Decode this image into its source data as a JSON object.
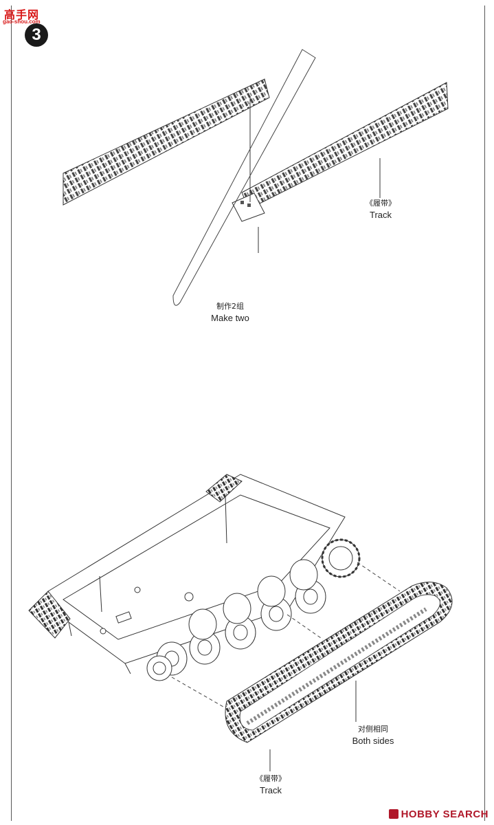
{
  "watermark": {
    "site_name": "高手网",
    "site_url": "gao-shou.com"
  },
  "step": {
    "number": "3"
  },
  "upper_section": {
    "track_label_cn": "《履带》",
    "track_label_en": "Track",
    "make_label_cn": "制作2组",
    "make_label_en": "Make two"
  },
  "lower_section": {
    "sides_label_cn": "对侧相同",
    "sides_label_en": "Both sides",
    "track_label_cn": "《履带》",
    "track_label_en": "Track"
  },
  "footer": {
    "brand": "HOBBY SEARCH"
  },
  "colors": {
    "brand_red": "#b0182a",
    "watermark_red": "#d81818",
    "line": "#333333"
  }
}
